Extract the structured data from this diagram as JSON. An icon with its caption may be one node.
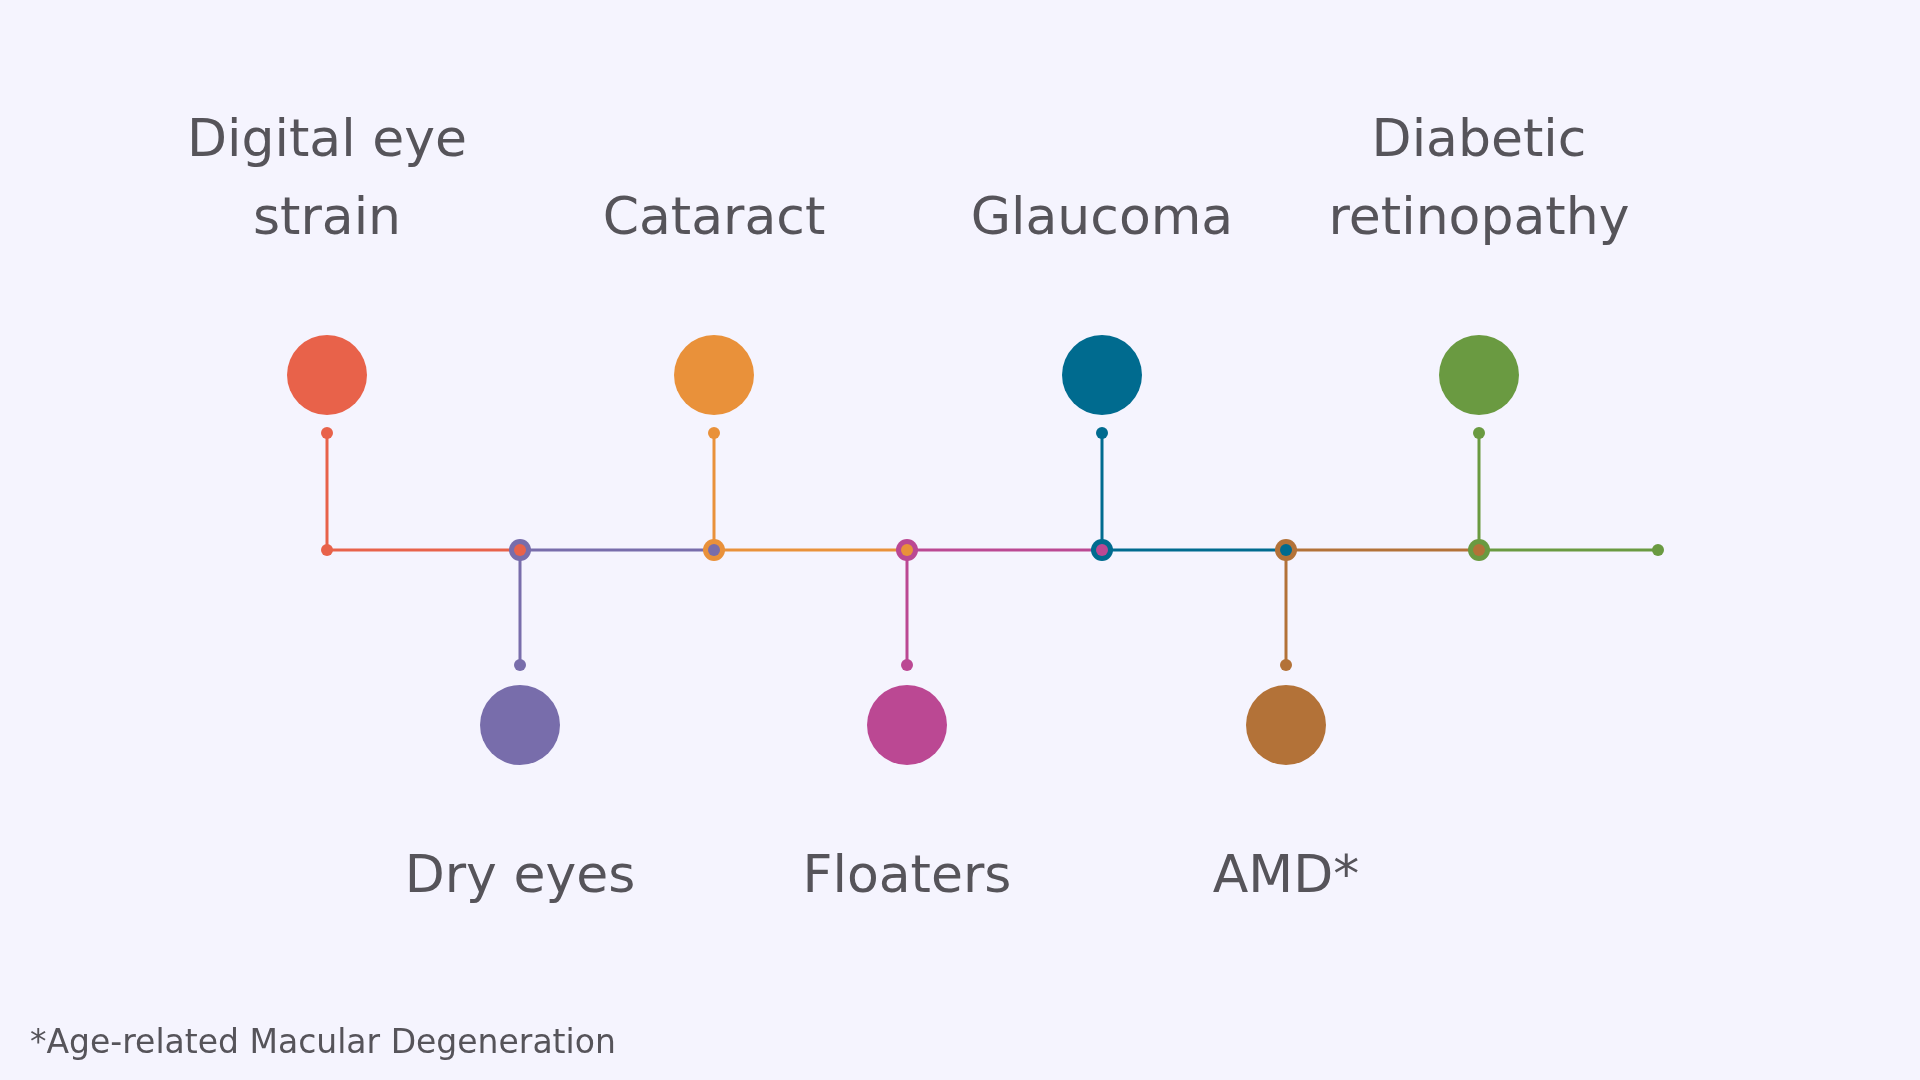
{
  "diagram": {
    "nodes": [
      {
        "text": [
          "Digital eye strain"
        ]
      },
      {
        "text": [
          "Dry eyes"
        ]
      },
      {
        "text": [
          "Cataract"
        ]
      },
      {
        "text": [
          "Floaters"
        ]
      },
      {
        "text": [
          "Glaucoma"
        ]
      },
      {
        "text": [
          "AMD*"
        ]
      },
      {
        "text": [
          "Diabetic retinopathy"
        ]
      }
    ],
    "labels": [
      "*Age-related Macular Degeneration"
    ]
  }
}
